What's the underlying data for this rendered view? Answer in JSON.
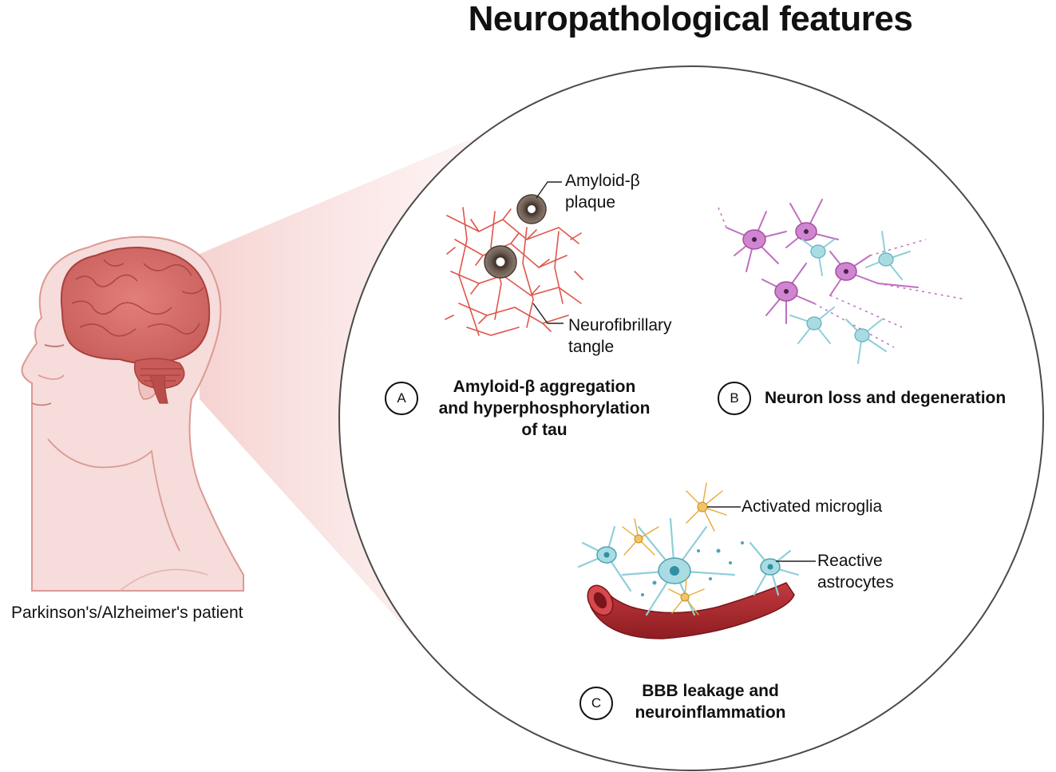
{
  "title": "Neuropathological features",
  "patient_label": "Parkinson's/Alzheimer's patient",
  "panels": {
    "a": {
      "badge": "A",
      "heading": "Amyloid-β aggregation\nand hyperphosphorylation\nof tau",
      "callouts": {
        "plaque": "Amyloid-β\nplaque",
        "tangle": "Neurofibrillary\ntangle"
      }
    },
    "b": {
      "badge": "B",
      "heading": "Neuron loss and degeneration"
    },
    "c": {
      "badge": "C",
      "heading": "BBB leakage and\nneuroinflammation",
      "callouts": {
        "microglia": "Activated microglia",
        "astrocytes": "Reactive\nastrocytes"
      }
    }
  },
  "colors": {
    "skin": "#f3d4d2",
    "skin_outline": "#d98b86",
    "brain": "#d9716e",
    "tangle": "#e0554a",
    "plaque": "#5a4a40",
    "neuron": "#c06fc0",
    "astrocyte": "#8fcfd9",
    "microglia": "#e8a937",
    "vessel": "#b3262c"
  }
}
